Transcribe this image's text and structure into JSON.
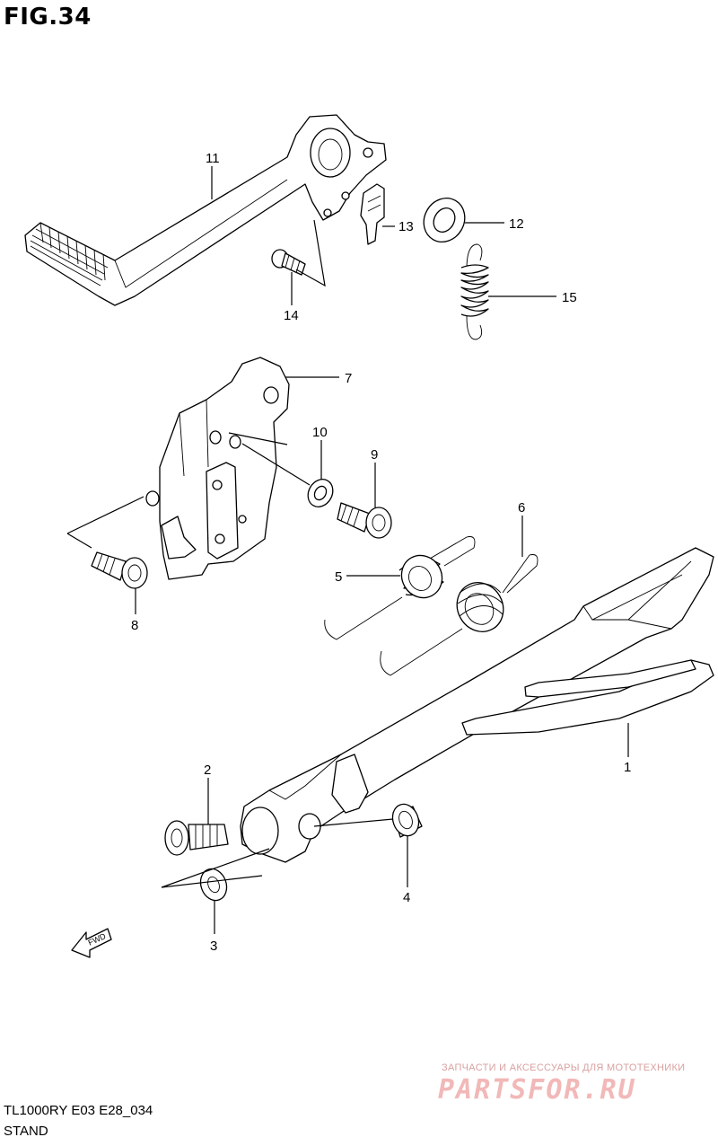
{
  "figure": {
    "title": "FIG.34",
    "model_code": "TL1000RY E03 E28_034",
    "section": "STAND"
  },
  "watermark": {
    "tagline": "ЗАПЧАСТИ И АКСЕССУАРЫ ДЛЯ МОТОТЕХНИКИ",
    "logo": "PARTSFOR.RU"
  },
  "fwd_label": "FWD",
  "callouts": {
    "p1": "1",
    "p2": "2",
    "p3": "3",
    "p4": "4",
    "p5": "5",
    "p6": "6",
    "p7": "7",
    "p8": "8",
    "p9": "9",
    "p10": "10",
    "p11": "11",
    "p12": "12",
    "p13": "13",
    "p14": "14",
    "p15": "15"
  }
}
